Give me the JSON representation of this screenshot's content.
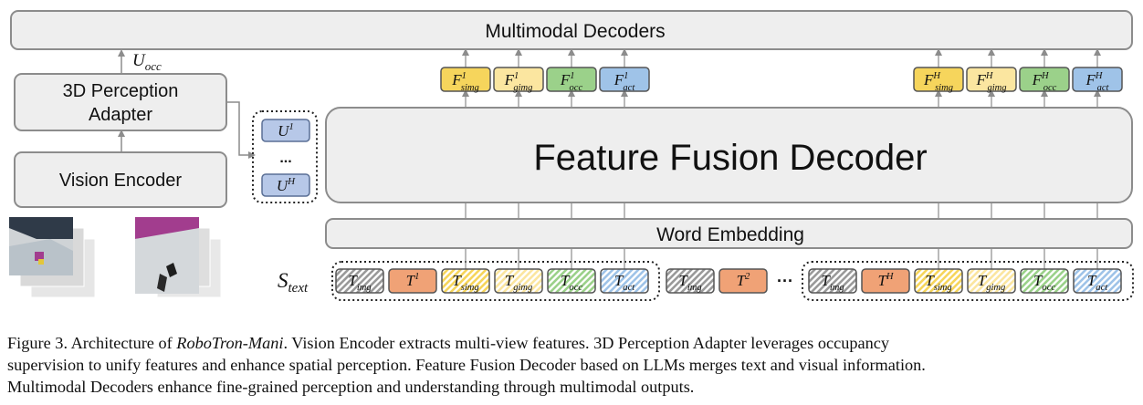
{
  "colors": {
    "box_fill": "#eeeeee",
    "box_stroke": "#8c8c8c",
    "token_img_fill": "#9a9a9a",
    "token_t_fill": "#f0a276",
    "token_simg": "#f6d55c",
    "token_gimg": "#fbe6a0",
    "token_occ": "#9bd18a",
    "token_act": "#9fc3e8",
    "u_token_fill": "#b7c8e8",
    "magenta": "#a23d8e"
  },
  "labels": {
    "multimodal_decoders": "Multimodal Decoders",
    "perception_adapter_l1": "3D Perception",
    "perception_adapter_l2": "Adapter",
    "vision_encoder": "Vision Encoder",
    "feature_fusion_decoder": "Feature Fusion Decoder",
    "word_embedding": "Word Embedding",
    "u_occ": "U",
    "u_occ_sub": "occ",
    "s_text": "S",
    "s_text_sub": "text",
    "ellipsis": "...",
    "dots": "···"
  },
  "u_tokens": [
    {
      "base": "U",
      "sup": "1"
    },
    {
      "base": "U",
      "sup": "H"
    }
  ],
  "outputs_group1": [
    {
      "base": "F",
      "sup": "1",
      "sub": "simg",
      "color": "#f6d55c"
    },
    {
      "base": "F",
      "sup": "1",
      "sub": "gimg",
      "color": "#fbe6a0"
    },
    {
      "base": "F",
      "sup": "1",
      "sub": "occ",
      "color": "#9bd18a"
    },
    {
      "base": "F",
      "sup": "1",
      "sub": "act",
      "color": "#9fc3e8"
    }
  ],
  "outputs_group2": [
    {
      "base": "F",
      "sup": "H",
      "sub": "simg",
      "color": "#f6d55c"
    },
    {
      "base": "F",
      "sup": "H",
      "sub": "gimg",
      "color": "#fbe6a0"
    },
    {
      "base": "F",
      "sup": "H",
      "sub": "occ",
      "color": "#9bd18a"
    },
    {
      "base": "F",
      "sup": "H",
      "sub": "act",
      "color": "#9fc3e8"
    }
  ],
  "tokens_group1": [
    {
      "base": "T",
      "sub": "img",
      "sup": "",
      "kind": "img"
    },
    {
      "base": "T",
      "sub": "",
      "sup": "1",
      "kind": "t"
    },
    {
      "base": "T",
      "sub": "simg",
      "sup": "",
      "kind": "simg"
    },
    {
      "base": "T",
      "sub": "gimg",
      "sup": "",
      "kind": "gimg"
    },
    {
      "base": "T",
      "sub": "occ",
      "sup": "",
      "kind": "occ"
    },
    {
      "base": "T",
      "sub": "act",
      "sup": "",
      "kind": "act"
    }
  ],
  "tokens_mid": [
    {
      "base": "T",
      "sub": "img",
      "sup": "",
      "kind": "img"
    },
    {
      "base": "T",
      "sub": "",
      "sup": "2",
      "kind": "t"
    }
  ],
  "tokens_group2": [
    {
      "base": "T",
      "sub": "img",
      "sup": "",
      "kind": "img"
    },
    {
      "base": "T",
      "sub": "",
      "sup": "H",
      "kind": "t"
    },
    {
      "base": "T",
      "sub": "simg",
      "sup": "",
      "kind": "simg"
    },
    {
      "base": "T",
      "sub": "gimg",
      "sup": "",
      "kind": "gimg"
    },
    {
      "base": "T",
      "sub": "occ",
      "sup": "",
      "kind": "occ"
    },
    {
      "base": "T",
      "sub": "act",
      "sup": "",
      "kind": "act"
    }
  ],
  "caption": {
    "line1_a": "Figure 3.  Architecture of ",
    "line1_em": "RoboTron-Mani",
    "line1_b": ".  Vision Encoder extracts multi-view features.  3D Perception Adapter leverages occupancy",
    "line2": "supervision to unify features and enhance spatial perception. Feature Fusion Decoder based on LLMs merges text and visual information.",
    "line3": "Multimodal Decoders enhance fine-grained perception and understanding through multimodal outputs."
  }
}
